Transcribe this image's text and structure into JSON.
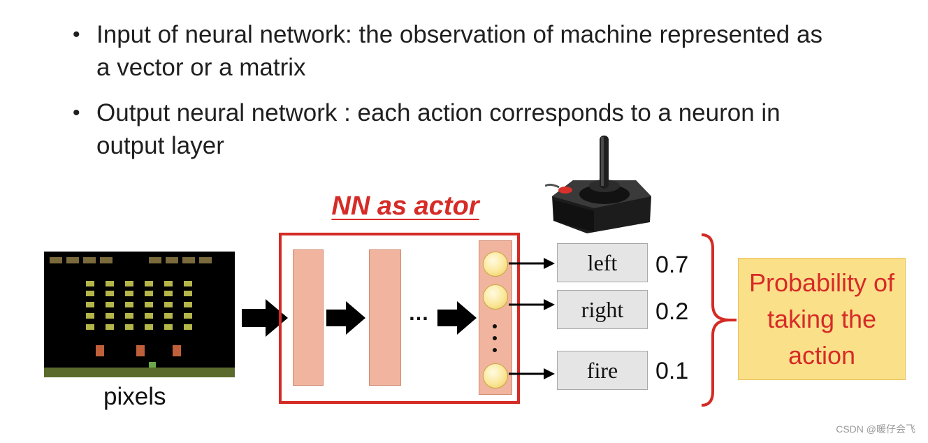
{
  "bullets": [
    "Input of neural network: the observation of machine represented as a vector or a matrix",
    "Output neural network : each action corresponds to a neuron in output layer"
  ],
  "diagram": {
    "title": "NN as actor",
    "input_label": "pixels",
    "ellipsis": "…",
    "actions": [
      {
        "label": "left",
        "probability": "0.7"
      },
      {
        "label": "right",
        "probability": "0.2"
      },
      {
        "label": "fire",
        "probability": "0.1"
      }
    ],
    "probability_box": "Probability of taking the action",
    "colors": {
      "accent_red": "#d62b27",
      "layer_fill": "#f1b49e",
      "neuron_fill": "#fbe79a",
      "prob_box_fill": "#fbe08a",
      "action_box_fill": "#e5e5e5"
    }
  },
  "watermark": "CSDN @暖仔会飞",
  "icons": [
    "bullet-dot",
    "game-screen-image",
    "joystick-icon",
    "arrow-icon",
    "brace-icon"
  ]
}
